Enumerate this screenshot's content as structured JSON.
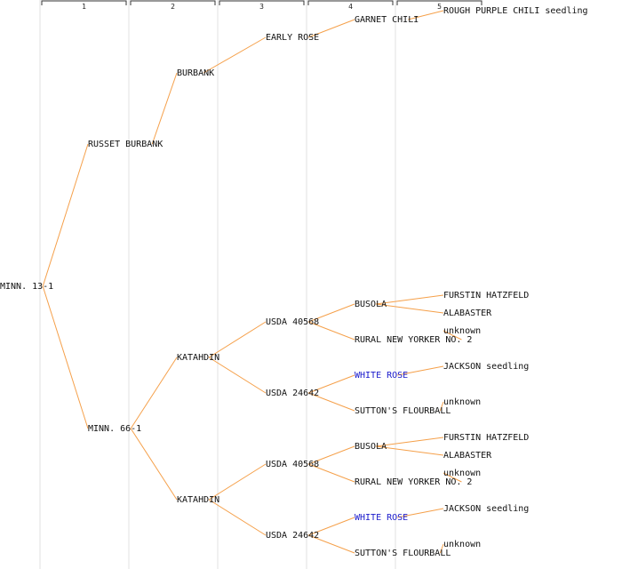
{
  "generations": [
    "1",
    "2",
    "3",
    "4",
    "5"
  ],
  "colors": {
    "edge": "#f5a04a",
    "text": "#111111",
    "highlight": "#1a1acc"
  },
  "nodes": [
    {
      "id": "n0",
      "label": "MINN. 13-1",
      "gen": 0,
      "slot": 0,
      "depth": 0
    },
    {
      "id": "n1",
      "label": "RUSSET BURBANK",
      "gen": 1,
      "slot": 0,
      "depth": 1
    },
    {
      "id": "n2",
      "label": "MINN. 66-1",
      "gen": 1,
      "slot": 16,
      "depth": 1
    },
    {
      "id": "n3",
      "label": "BURBANK",
      "gen": 2,
      "slot": 0,
      "depth": 2
    },
    {
      "id": "n4",
      "label": "KATAHDIN",
      "gen": 2,
      "slot": 16,
      "depth": 2
    },
    {
      "id": "n5",
      "label": "KATAHDIN",
      "gen": 2,
      "slot": 24,
      "depth": 2
    },
    {
      "id": "n6",
      "label": "EARLY ROSE",
      "gen": 3,
      "slot": 0,
      "depth": 3
    },
    {
      "id": "n7",
      "label": "USDA 40568",
      "gen": 3,
      "slot": 16,
      "depth": 3
    },
    {
      "id": "n8",
      "label": "USDA 24642",
      "gen": 3,
      "slot": 20,
      "depth": 3
    },
    {
      "id": "n9",
      "label": "USDA 40568",
      "gen": 3,
      "slot": 24,
      "depth": 3
    },
    {
      "id": "n10",
      "label": "USDA 24642",
      "gen": 3,
      "slot": 28,
      "depth": 3
    },
    {
      "id": "n11",
      "label": "GARNET CHILI",
      "gen": 4,
      "slot": 0,
      "depth": 4
    },
    {
      "id": "n12",
      "label": "BUSOLA",
      "gen": 4,
      "slot": 16,
      "depth": 4
    },
    {
      "id": "n13",
      "label": "RURAL NEW YORKER NO. 2",
      "gen": 4,
      "slot": 18,
      "depth": 4
    },
    {
      "id": "n14",
      "label": "WHITE ROSE",
      "gen": 4,
      "slot": 20,
      "depth": 4,
      "highlight": true
    },
    {
      "id": "n15",
      "label": "SUTTON'S FLOURBALL",
      "gen": 4,
      "slot": 22,
      "depth": 4
    },
    {
      "id": "n16",
      "label": "BUSOLA",
      "gen": 4,
      "slot": 24,
      "depth": 4
    },
    {
      "id": "n17",
      "label": "RURAL NEW YORKER NO. 2",
      "gen": 4,
      "slot": 26,
      "depth": 4
    },
    {
      "id": "n18",
      "label": "WHITE ROSE",
      "gen": 4,
      "slot": 28,
      "depth": 4,
      "highlight": true
    },
    {
      "id": "n19",
      "label": "SUTTON'S FLOURBALL",
      "gen": 4,
      "slot": 30,
      "depth": 4
    },
    {
      "id": "n20",
      "label": "ROUGH PURPLE CHILI seedling",
      "gen": 5,
      "slot": 0,
      "depth": 5
    },
    {
      "id": "n21",
      "label": "FURSTIN HATZFELD",
      "gen": 5,
      "slot": 16,
      "depth": 5
    },
    {
      "id": "n22",
      "label": "ALABASTER",
      "gen": 5,
      "slot": 17,
      "depth": 5
    },
    {
      "id": "n23",
      "label": "unknown",
      "gen": 5,
      "slot": 18,
      "depth": 5
    },
    {
      "id": "n24",
      "label": "JACKSON seedling",
      "gen": 5,
      "slot": 20,
      "depth": 5
    },
    {
      "id": "n25",
      "label": "unknown",
      "gen": 5,
      "slot": 22,
      "depth": 5
    },
    {
      "id": "n26",
      "label": "FURSTIN HATZFELD",
      "gen": 5,
      "slot": 24,
      "depth": 5
    },
    {
      "id": "n27",
      "label": "ALABASTER",
      "gen": 5,
      "slot": 25,
      "depth": 5
    },
    {
      "id": "n28",
      "label": "unknown",
      "gen": 5,
      "slot": 26,
      "depth": 5
    },
    {
      "id": "n29",
      "label": "JACKSON seedling",
      "gen": 5,
      "slot": 28,
      "depth": 5
    },
    {
      "id": "n30",
      "label": "unknown",
      "gen": 5,
      "slot": 30,
      "depth": 5
    }
  ],
  "edges": [
    [
      "n0",
      "n1"
    ],
    [
      "n0",
      "n2"
    ],
    [
      "n1",
      "n3"
    ],
    [
      "n2",
      "n4"
    ],
    [
      "n2",
      "n5"
    ],
    [
      "n3",
      "n6"
    ],
    [
      "n4",
      "n7"
    ],
    [
      "n4",
      "n8"
    ],
    [
      "n5",
      "n9"
    ],
    [
      "n5",
      "n10"
    ],
    [
      "n6",
      "n11"
    ],
    [
      "n7",
      "n12"
    ],
    [
      "n7",
      "n13"
    ],
    [
      "n8",
      "n14"
    ],
    [
      "n8",
      "n15"
    ],
    [
      "n9",
      "n16"
    ],
    [
      "n9",
      "n17"
    ],
    [
      "n10",
      "n18"
    ],
    [
      "n10",
      "n19"
    ],
    [
      "n11",
      "n20"
    ],
    [
      "n12",
      "n21"
    ],
    [
      "n12",
      "n22"
    ],
    [
      "n13",
      "n23"
    ],
    [
      "n14",
      "n24"
    ],
    [
      "n15",
      "n25"
    ],
    [
      "n16",
      "n26"
    ],
    [
      "n16",
      "n27"
    ],
    [
      "n17",
      "n28"
    ],
    [
      "n18",
      "n29"
    ],
    [
      "n19",
      "n30"
    ]
  ]
}
